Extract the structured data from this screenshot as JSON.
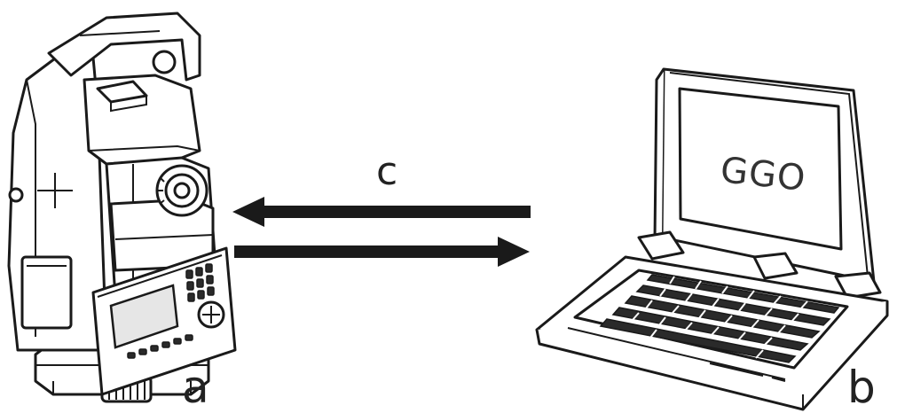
{
  "diagram": {
    "labels": {
      "instrument": "a",
      "computer": "b",
      "connection": "c"
    },
    "screen_text": "GGO",
    "arrows": [
      {
        "direction": "right-to-left",
        "from": "b",
        "to": "a"
      },
      {
        "direction": "left-to-right",
        "from": "a",
        "to": "b"
      }
    ],
    "colors": {
      "line": "#1a1a1a",
      "background": "#ffffff",
      "label": "#222222"
    },
    "icons": {
      "instrument": "total-station-icon",
      "computer": "laptop-icon"
    }
  }
}
